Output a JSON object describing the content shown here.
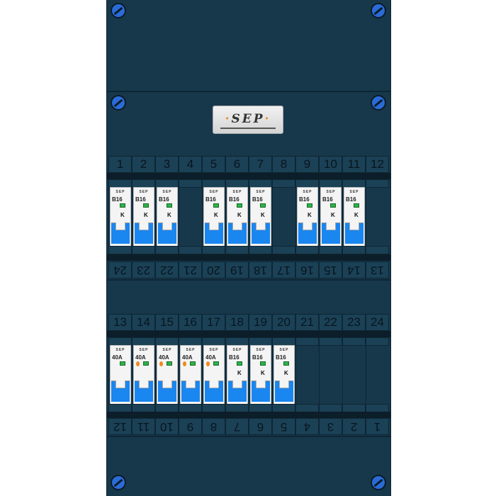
{
  "brand": "SEP",
  "top_numbers": [
    "1",
    "2",
    "3",
    "4",
    "5",
    "6",
    "7",
    "8",
    "9",
    "10",
    "11",
    "12"
  ],
  "top_flipped_numbers": [
    "24",
    "23",
    "22",
    "21",
    "20",
    "19",
    "18",
    "17",
    "16",
    "15",
    "14",
    "13"
  ],
  "bottom_numbers": [
    "13",
    "14",
    "15",
    "16",
    "17",
    "18",
    "19",
    "20",
    "21",
    "22",
    "23",
    "24"
  ],
  "bottom_flipped_numbers": [
    "12",
    "11",
    "10",
    "9",
    "8",
    "7",
    "6",
    "5",
    "4",
    "3",
    "2",
    "1"
  ],
  "top_row": [
    "mcb",
    "mcb",
    "mcb",
    "",
    "mcb",
    "mcb",
    "mcb",
    "",
    "mcb",
    "mcb",
    "mcb",
    ""
  ],
  "bottom_row": [
    "main",
    "rcbo",
    "rcbo",
    "rcbo",
    "rcbo",
    "mcb",
    "mcb",
    "mcb",
    "",
    "",
    "",
    ""
  ],
  "labels": {
    "mcb": "B16",
    "rcbo": "40A",
    "main": "40A",
    "k_mark": "K"
  },
  "colors": {
    "panel": "#17384b",
    "lever": "#1a86f0",
    "indicator": "#2fb34a",
    "rcbo_test": "#f08a1a"
  }
}
